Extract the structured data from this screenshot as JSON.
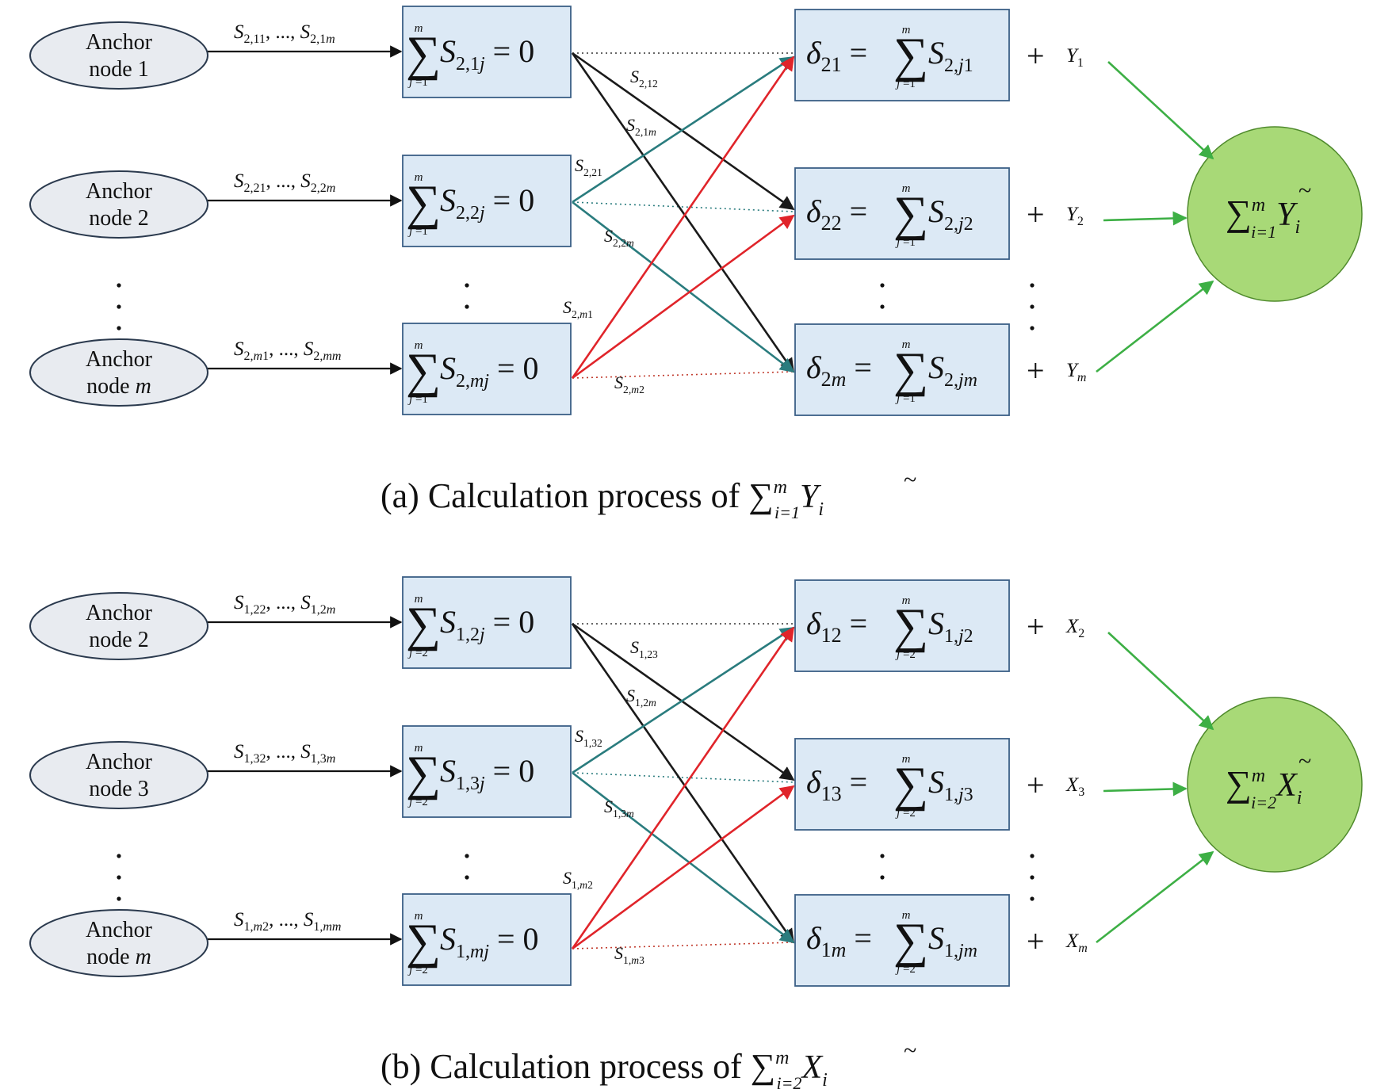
{
  "panels": [
    {
      "id": "a",
      "caption": {
        "prefix": "(a) Calculation process of ",
        "sum_from": "i=1",
        "sum_to": "m",
        "var": "Y",
        "sub": "i"
      },
      "anchors": [
        {
          "line1": "Anchor",
          "line2": "node 1",
          "input": {
            "s1": "S",
            "sub1": "2,11",
            "mid": ", ..., ",
            "s2": "S",
            "sub2": "2,1",
            "sub2i": "m"
          }
        },
        {
          "line1": "Anchor",
          "line2": "node 2",
          "input": {
            "s1": "S",
            "sub1": "2,21",
            "mid": ", ..., ",
            "s2": "S",
            "sub2": "2,2",
            "sub2i": "m"
          }
        },
        {
          "line1": "Anchor",
          "line2": "node ",
          "line2i": "m",
          "input": {
            "s1": "S",
            "sub1": "2,",
            "sub1i": "m",
            "sub1b": "1",
            "mid": ", ..., ",
            "s2": "S",
            "sub2": "2,",
            "sub2i": "mm"
          }
        }
      ],
      "sums": [
        {
          "top": "m",
          "bottom": "j =1",
          "S": "S",
          "sub": "2,1",
          "subi": "j",
          "eq": " = 0"
        },
        {
          "top": "m",
          "bottom": "j =1",
          "S": "S",
          "sub": "2,2",
          "subi": "j",
          "eq": " = 0"
        },
        {
          "top": "m",
          "bottom": "j =1",
          "S": "S",
          "sub": "2,",
          "subi": "mj",
          "eq": " = 0"
        }
      ],
      "deltas": [
        {
          "delta": "δ",
          "dsub": "21",
          "eq": " = ",
          "top": "m",
          "bottom": "j =1",
          "S": "S",
          "sub": "2,",
          "subi": "j",
          "subb": "1"
        },
        {
          "delta": "δ",
          "dsub": "22",
          "eq": " = ",
          "top": "m",
          "bottom": "j =1",
          "S": "S",
          "sub": "2,",
          "subi": "j",
          "subb": "2"
        },
        {
          "delta": "δ",
          "dsub": "2",
          "dsubi": "m",
          "eq": " = ",
          "top": "m",
          "bottom": "j =1",
          "S": "S",
          "sub": "2,",
          "subi": "jm",
          "subb": ""
        }
      ],
      "plus": [
        {
          "sign": "+",
          "var": "Y",
          "sub": "1"
        },
        {
          "sign": "+",
          "var": "Y",
          "sub": "2"
        },
        {
          "sign": "+",
          "var": "Y",
          "sub": "m"
        }
      ],
      "edge_labels": [
        {
          "S": "S",
          "sub": "2,12"
        },
        {
          "S": "S",
          "sub": "2,1",
          "subi": "m"
        },
        {
          "S": "S",
          "sub": "2,21"
        },
        {
          "S": "S",
          "sub": "2,2",
          "subi": "m"
        },
        {
          "S": "S",
          "sub": "2,",
          "subi": "m",
          "subb": "1"
        },
        {
          "S": "S",
          "sub": "2,",
          "subi": "m",
          "subb": "2"
        }
      ],
      "result": {
        "sum_to": "m",
        "sum_from": "i=1",
        "var": "Y",
        "sub": "i"
      }
    },
    {
      "id": "b",
      "caption": {
        "prefix": "(b) Calculation process of ",
        "sum_from": "i=2",
        "sum_to": "m",
        "var": "X",
        "sub": "i"
      },
      "anchors": [
        {
          "line1": "Anchor",
          "line2": "node 2",
          "input": {
            "s1": "S",
            "sub1": "1,22",
            "mid": ", ..., ",
            "s2": "S",
            "sub2": "1,2",
            "sub2i": "m"
          }
        },
        {
          "line1": "Anchor",
          "line2": "node 3",
          "input": {
            "s1": "S",
            "sub1": "1,32",
            "mid": ", ..., ",
            "s2": "S",
            "sub2": "1,3",
            "sub2i": "m"
          }
        },
        {
          "line1": "Anchor",
          "line2": "node ",
          "line2i": "m",
          "input": {
            "s1": "S",
            "sub1": "1,",
            "sub1i": "m",
            "sub1b": "2",
            "mid": ", ..., ",
            "s2": "S",
            "sub2": "1,",
            "sub2i": "mm"
          }
        }
      ],
      "sums": [
        {
          "top": "m",
          "bottom": "j =2",
          "S": "S",
          "sub": "1,2",
          "subi": "j",
          "eq": " = 0"
        },
        {
          "top": "m",
          "bottom": "j =2",
          "S": "S",
          "sub": "1,3",
          "subi": "j",
          "eq": " = 0"
        },
        {
          "top": "m",
          "bottom": "j =2",
          "S": "S",
          "sub": "1,",
          "subi": "mj",
          "eq": " = 0"
        }
      ],
      "deltas": [
        {
          "delta": "δ",
          "dsub": "12",
          "eq": " = ",
          "top": "m",
          "bottom": "j =2",
          "S": "S",
          "sub": "1,",
          "subi": "j",
          "subb": "2"
        },
        {
          "delta": "δ",
          "dsub": "13",
          "eq": " = ",
          "top": "m",
          "bottom": "j =2",
          "S": "S",
          "sub": "1,",
          "subi": "j",
          "subb": "3"
        },
        {
          "delta": "δ",
          "dsub": "1",
          "dsubi": "m",
          "eq": " = ",
          "top": "m",
          "bottom": "j =2",
          "S": "S",
          "sub": "1,",
          "subi": "jm",
          "subb": ""
        }
      ],
      "plus": [
        {
          "sign": "+",
          "var": "X",
          "sub": "2"
        },
        {
          "sign": "+",
          "var": "X",
          "sub": "3"
        },
        {
          "sign": "+",
          "var": "X",
          "sub": "m"
        }
      ],
      "edge_labels": [
        {
          "S": "S",
          "sub": "1,23"
        },
        {
          "S": "S",
          "sub": "1,2",
          "subi": "m"
        },
        {
          "S": "S",
          "sub": "1,32"
        },
        {
          "S": "S",
          "sub": "1,3",
          "subi": "m"
        },
        {
          "S": "S",
          "sub": "1,",
          "subi": "m",
          "subb": "2"
        },
        {
          "S": "S",
          "sub": "1,",
          "subi": "m",
          "subb": "3"
        }
      ],
      "result": {
        "sum_to": "m",
        "sum_from": "i=2",
        "var": "X",
        "sub": "i"
      }
    }
  ],
  "colors": {
    "box_fill": "#dce9f5",
    "box_stroke": "#3b5f86",
    "ellipse_fill": "#e8ebf0",
    "ellipse_stroke": "#2b3a4e",
    "circle_fill": "#a8d977",
    "circle_stroke": "#4f8a2c",
    "edge_black": "#1a1a1a",
    "edge_teal": "#2a7c7e",
    "edge_red": "#e0242a",
    "edge_green": "#3daf45",
    "dotted_black": "#333333",
    "dotted_teal": "#2a7c7e",
    "dotted_red": "#c0392b"
  }
}
